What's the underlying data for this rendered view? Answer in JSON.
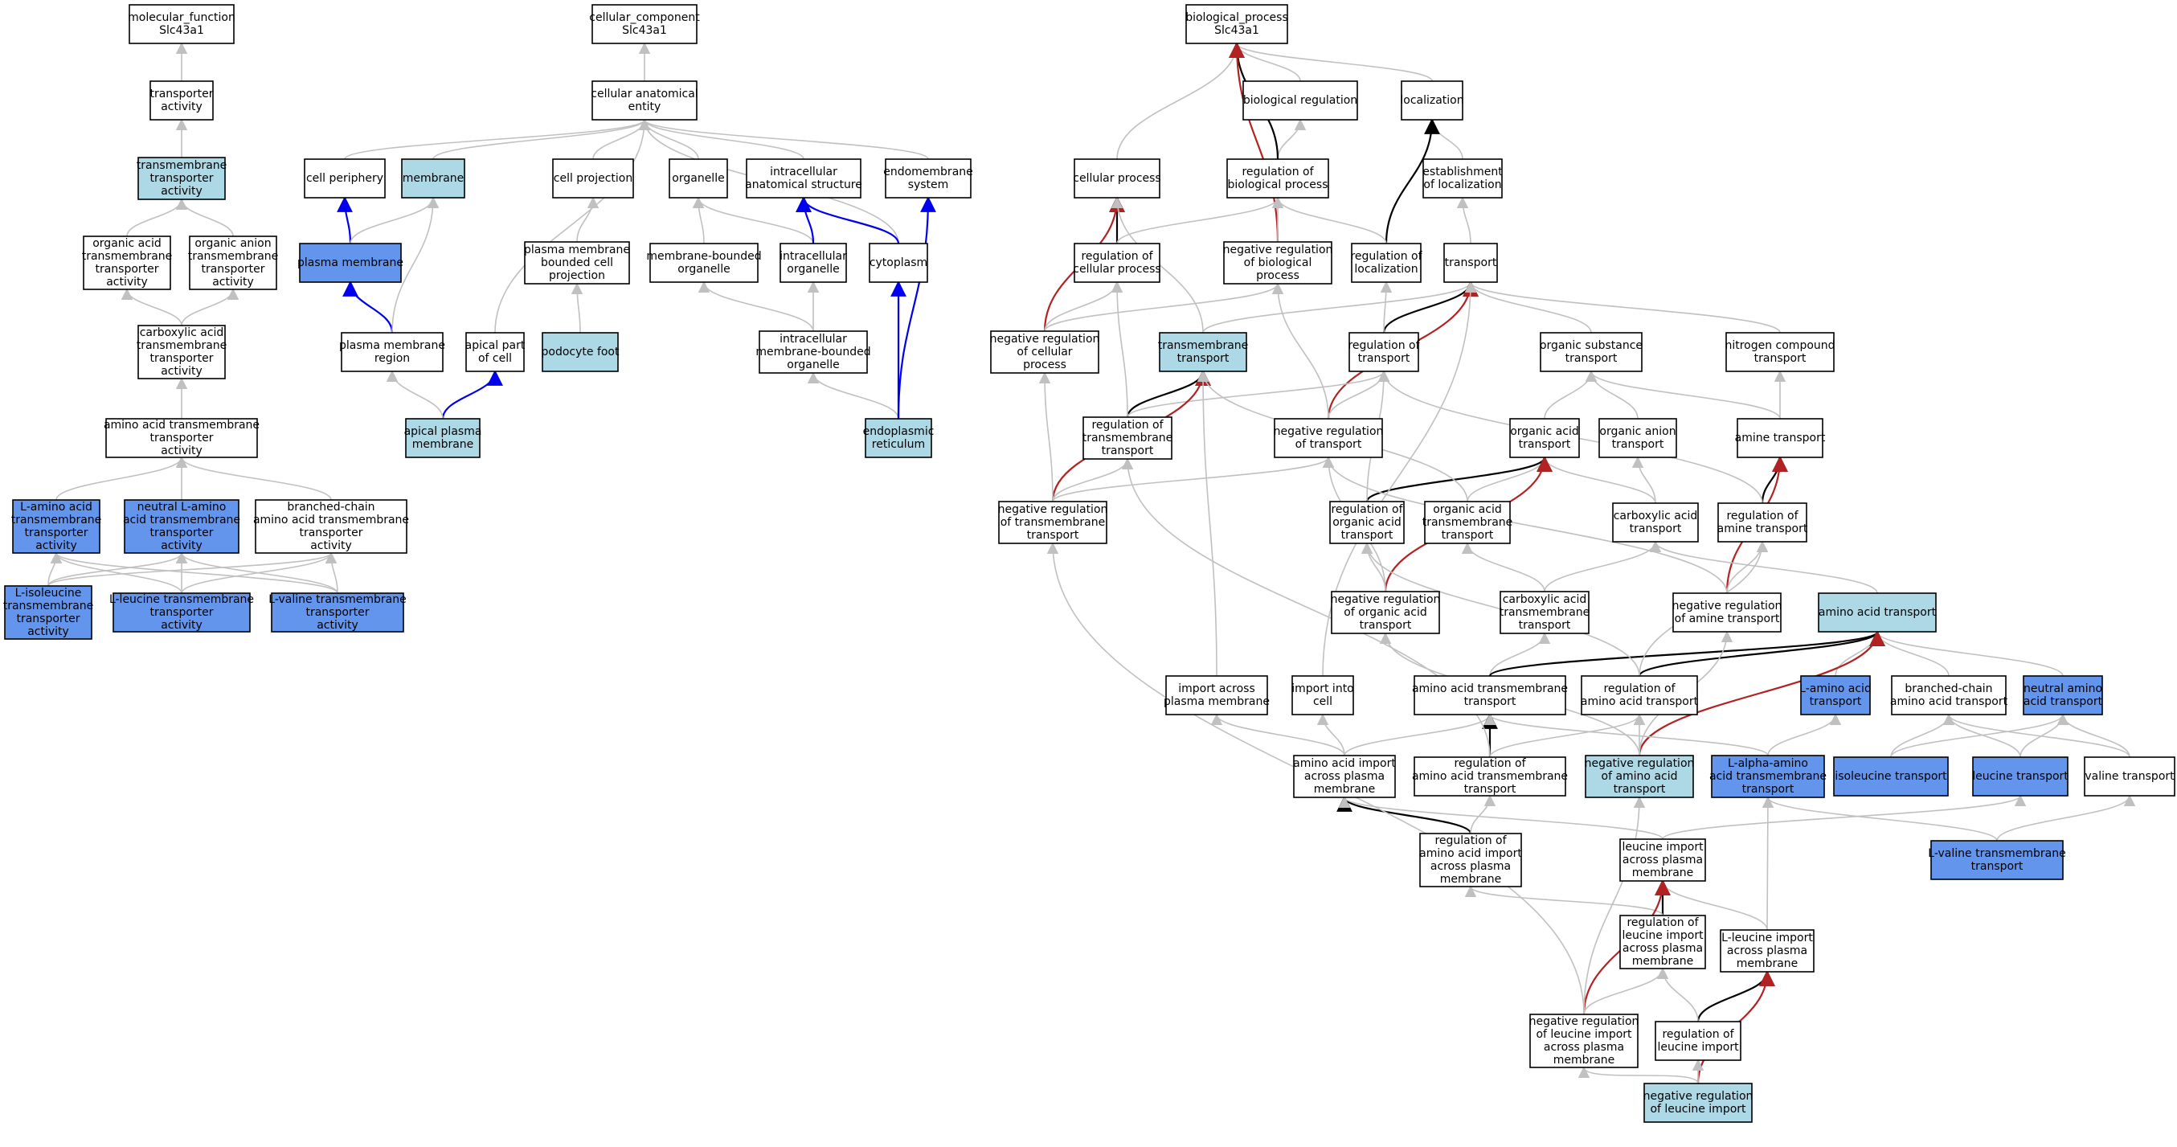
{
  "colors": {
    "plain": "#ffffff",
    "highlight": "#add8e6",
    "annotated": "#6495ed",
    "edge_is_a": "#c0c0c0",
    "edge_part_of": "#0000ee",
    "edge_regulates": "#000000",
    "edge_neg_regulates": "#b22222"
  },
  "nodes": [
    {
      "id": "mf",
      "label": [
        "molecular_function",
        "Slc43a1"
      ],
      "fill": "plain"
    },
    {
      "id": "ta",
      "label": [
        "transporter",
        "activity"
      ],
      "fill": "plain"
    },
    {
      "id": "tmta",
      "label": [
        "transmembrane",
        "transporter",
        "activity"
      ],
      "fill": "highlight"
    },
    {
      "id": "oatta",
      "label": [
        "organic acid",
        "transmembrane",
        "transporter",
        "activity"
      ],
      "fill": "plain"
    },
    {
      "id": "oanta",
      "label": [
        "organic anion",
        "transmembrane",
        "transporter",
        "activity"
      ],
      "fill": "plain"
    },
    {
      "id": "cata",
      "label": [
        "carboxylic acid",
        "transmembrane",
        "transporter",
        "activity"
      ],
      "fill": "plain"
    },
    {
      "id": "aata",
      "label": [
        "amino acid transmembrane",
        "transporter",
        "activity"
      ],
      "fill": "plain"
    },
    {
      "id": "laata",
      "label": [
        "L-amino acid",
        "transmembrane",
        "transporter",
        "activity"
      ],
      "fill": "annotated"
    },
    {
      "id": "nlaata",
      "label": [
        "neutral L-amino",
        "acid transmembrane",
        "transporter",
        "activity"
      ],
      "fill": "annotated"
    },
    {
      "id": "bcaata",
      "label": [
        "branched-chain",
        "amino acid transmembrane",
        "transporter",
        "activity"
      ],
      "fill": "plain"
    },
    {
      "id": "lileta",
      "label": [
        "L-isoleucine",
        "transmembrane",
        "transporter",
        "activity"
      ],
      "fill": "annotated"
    },
    {
      "id": "lleuta",
      "label": [
        "L-leucine transmembrane",
        "transporter",
        "activity"
      ],
      "fill": "annotated"
    },
    {
      "id": "lvalta",
      "label": [
        "L-valine transmembrane",
        "transporter",
        "activity"
      ],
      "fill": "annotated"
    },
    {
      "id": "cc",
      "label": [
        "cellular_component",
        "Slc43a1"
      ],
      "fill": "plain"
    },
    {
      "id": "cae",
      "label": [
        "cellular anatomical",
        "entity"
      ],
      "fill": "plain"
    },
    {
      "id": "cper",
      "label": [
        "cell periphery"
      ],
      "fill": "plain"
    },
    {
      "id": "mem",
      "label": [
        "membrane"
      ],
      "fill": "highlight"
    },
    {
      "id": "cproj",
      "label": [
        "cell projection"
      ],
      "fill": "plain"
    },
    {
      "id": "org",
      "label": [
        "organelle"
      ],
      "fill": "plain"
    },
    {
      "id": "ias",
      "label": [
        "intracellular",
        "anatomical structure"
      ],
      "fill": "plain"
    },
    {
      "id": "ems",
      "label": [
        "endomembrane",
        "system"
      ],
      "fill": "plain"
    },
    {
      "id": "pm",
      "label": [
        "plasma membrane"
      ],
      "fill": "annotated"
    },
    {
      "id": "pmbcp",
      "label": [
        "plasma membrane",
        "bounded cell",
        "projection"
      ],
      "fill": "plain"
    },
    {
      "id": "mbo",
      "label": [
        "membrane-bounded",
        "organelle"
      ],
      "fill": "plain"
    },
    {
      "id": "io",
      "label": [
        "intracellular",
        "organelle"
      ],
      "fill": "plain"
    },
    {
      "id": "cyto",
      "label": [
        "cytoplasm"
      ],
      "fill": "plain"
    },
    {
      "id": "pmr",
      "label": [
        "plasma membrane",
        "region"
      ],
      "fill": "plain"
    },
    {
      "id": "apc",
      "label": [
        "apical part",
        "of cell"
      ],
      "fill": "plain"
    },
    {
      "id": "pf",
      "label": [
        "podocyte foot"
      ],
      "fill": "highlight"
    },
    {
      "id": "imbo",
      "label": [
        "intracellular",
        "membrane-bounded",
        "organelle"
      ],
      "fill": "plain"
    },
    {
      "id": "apm",
      "label": [
        "apical plasma",
        "membrane"
      ],
      "fill": "highlight"
    },
    {
      "id": "er",
      "label": [
        "endoplasmic",
        "reticulum"
      ],
      "fill": "highlight"
    },
    {
      "id": "bp",
      "label": [
        "biological_process",
        "Slc43a1"
      ],
      "fill": "plain"
    },
    {
      "id": "breg",
      "label": [
        "biological regulation"
      ],
      "fill": "plain"
    },
    {
      "id": "loc",
      "label": [
        "localization"
      ],
      "fill": "plain"
    },
    {
      "id": "cp",
      "label": [
        "cellular process"
      ],
      "fill": "plain"
    },
    {
      "id": "rbp",
      "label": [
        "regulation of",
        "biological process"
      ],
      "fill": "plain"
    },
    {
      "id": "eloc",
      "label": [
        "establishment",
        "of localization"
      ],
      "fill": "plain"
    },
    {
      "id": "rcp",
      "label": [
        "regulation of",
        "cellular process"
      ],
      "fill": "plain"
    },
    {
      "id": "nrbp",
      "label": [
        "negative regulation",
        "of biological",
        "process"
      ],
      "fill": "plain"
    },
    {
      "id": "rloc",
      "label": [
        "regulation of",
        "localization"
      ],
      "fill": "plain"
    },
    {
      "id": "tr",
      "label": [
        "transport"
      ],
      "fill": "plain"
    },
    {
      "id": "nrcp",
      "label": [
        "negative regulation",
        "of cellular",
        "process"
      ],
      "fill": "plain"
    },
    {
      "id": "tmt",
      "label": [
        "transmembrane",
        "transport"
      ],
      "fill": "highlight"
    },
    {
      "id": "rtr",
      "label": [
        "regulation of",
        "transport"
      ],
      "fill": "plain"
    },
    {
      "id": "ost",
      "label": [
        "organic substance",
        "transport"
      ],
      "fill": "plain"
    },
    {
      "id": "nct",
      "label": [
        "nitrogen compound",
        "transport"
      ],
      "fill": "plain"
    },
    {
      "id": "rtmt",
      "label": [
        "regulation of",
        "transmembrane",
        "transport"
      ],
      "fill": "plain"
    },
    {
      "id": "nrtr",
      "label": [
        "negative regulation",
        "of transport"
      ],
      "fill": "plain"
    },
    {
      "id": "oat",
      "label": [
        "organic acid",
        "transport"
      ],
      "fill": "plain"
    },
    {
      "id": "oant",
      "label": [
        "organic anion",
        "transport"
      ],
      "fill": "plain"
    },
    {
      "id": "amt",
      "label": [
        "amine transport"
      ],
      "fill": "plain"
    },
    {
      "id": "nrtmt",
      "label": [
        "negative regulation",
        "of transmembrane",
        "transport"
      ],
      "fill": "plain"
    },
    {
      "id": "roat",
      "label": [
        "regulation of",
        "organic acid",
        "transport"
      ],
      "fill": "plain"
    },
    {
      "id": "oatmt",
      "label": [
        "organic acid",
        "transmembrane",
        "transport"
      ],
      "fill": "plain"
    },
    {
      "id": "cat",
      "label": [
        "carboxylic acid",
        "transport"
      ],
      "fill": "plain"
    },
    {
      "id": "ramt",
      "label": [
        "regulation of",
        "amine transport"
      ],
      "fill": "plain"
    },
    {
      "id": "nroat",
      "label": [
        "negative regulation",
        "of organic acid",
        "transport"
      ],
      "fill": "plain"
    },
    {
      "id": "catmt",
      "label": [
        "carboxylic acid",
        "transmembrane",
        "transport"
      ],
      "fill": "plain"
    },
    {
      "id": "nramt",
      "label": [
        "negative regulation",
        "of amine transport"
      ],
      "fill": "plain"
    },
    {
      "id": "aat",
      "label": [
        "amino acid transport"
      ],
      "fill": "highlight"
    },
    {
      "id": "iapm",
      "label": [
        "import across",
        "plasma membrane"
      ],
      "fill": "plain"
    },
    {
      "id": "iic",
      "label": [
        "import into",
        "cell"
      ],
      "fill": "plain"
    },
    {
      "id": "aatmt",
      "label": [
        "amino acid transmembrane",
        "transport"
      ],
      "fill": "plain"
    },
    {
      "id": "raat",
      "label": [
        "regulation of",
        "amino acid transport"
      ],
      "fill": "plain"
    },
    {
      "id": "laat",
      "label": [
        "L-amino acid",
        "transport"
      ],
      "fill": "annotated"
    },
    {
      "id": "bcaat",
      "label": [
        "branched-chain",
        "amino acid transport"
      ],
      "fill": "plain"
    },
    {
      "id": "naat",
      "label": [
        "neutral amino",
        "acid transport"
      ],
      "fill": "annotated"
    },
    {
      "id": "aaiapm",
      "label": [
        "amino acid import",
        "across plasma",
        "membrane"
      ],
      "fill": "plain"
    },
    {
      "id": "raatmt",
      "label": [
        "regulation of",
        "amino acid transmembrane",
        "transport"
      ],
      "fill": "plain"
    },
    {
      "id": "nraat",
      "label": [
        "negative regulation",
        "of amino acid",
        "transport"
      ],
      "fill": "highlight"
    },
    {
      "id": "laaatmt",
      "label": [
        "L-alpha-amino",
        "acid transmembrane",
        "transport"
      ],
      "fill": "annotated"
    },
    {
      "id": "ilet",
      "label": [
        "isoleucine transport"
      ],
      "fill": "annotated"
    },
    {
      "id": "leut",
      "label": [
        "leucine transport"
      ],
      "fill": "annotated"
    },
    {
      "id": "valt",
      "label": [
        "valine transport"
      ],
      "fill": "plain"
    },
    {
      "id": "raaiapm",
      "label": [
        "regulation of",
        "amino acid import",
        "across plasma",
        "membrane"
      ],
      "fill": "plain"
    },
    {
      "id": "liapm",
      "label": [
        "leucine import",
        "across plasma",
        "membrane"
      ],
      "fill": "plain"
    },
    {
      "id": "lvaltmt",
      "label": [
        "L-valine transmembrane",
        "transport"
      ],
      "fill": "annotated"
    },
    {
      "id": "rliapm",
      "label": [
        "regulation of",
        "leucine import",
        "across plasma",
        "membrane"
      ],
      "fill": "plain"
    },
    {
      "id": "lliapm",
      "label": [
        "L-leucine import",
        "across plasma",
        "membrane"
      ],
      "fill": "plain"
    },
    {
      "id": "nrliapm",
      "label": [
        "negative regulation",
        "of leucine import",
        "across plasma",
        "membrane"
      ],
      "fill": "plain"
    },
    {
      "id": "rli",
      "label": [
        "regulation of",
        "leucine import"
      ],
      "fill": "plain"
    },
    {
      "id": "nrli",
      "label": [
        "negative regulation",
        "of leucine import"
      ],
      "fill": "highlight"
    }
  ],
  "edges": [
    [
      "ta",
      "mf",
      "g"
    ],
    [
      "tmta",
      "ta",
      "g"
    ],
    [
      "oatta",
      "tmta",
      "g"
    ],
    [
      "oanta",
      "tmta",
      "g"
    ],
    [
      "cata",
      "oatta",
      "g"
    ],
    [
      "cata",
      "oanta",
      "g"
    ],
    [
      "aata",
      "cata",
      "g"
    ],
    [
      "laata",
      "aata",
      "g"
    ],
    [
      "nlaata",
      "aata",
      "g"
    ],
    [
      "bcaata",
      "aata",
      "g"
    ],
    [
      "lileta",
      "laata",
      "g"
    ],
    [
      "lileta",
      "nlaata",
      "g"
    ],
    [
      "lileta",
      "bcaata",
      "g"
    ],
    [
      "lleuta",
      "laata",
      "g"
    ],
    [
      "lleuta",
      "nlaata",
      "g"
    ],
    [
      "lleuta",
      "bcaata",
      "g"
    ],
    [
      "lvalta",
      "laata",
      "g"
    ],
    [
      "lvalta",
      "nlaata",
      "g"
    ],
    [
      "lvalta",
      "bcaata",
      "g"
    ],
    [
      "cae",
      "cc",
      "g"
    ],
    [
      "cper",
      "cae",
      "g"
    ],
    [
      "mem",
      "cae",
      "g"
    ],
    [
      "cproj",
      "cae",
      "g"
    ],
    [
      "org",
      "cae",
      "g"
    ],
    [
      "ias",
      "cae",
      "g"
    ],
    [
      "ems",
      "cae",
      "g"
    ],
    [
      "cyto",
      "cae",
      "g"
    ],
    [
      "apc",
      "cae",
      "g"
    ],
    [
      "pm",
      "cper",
      "b"
    ],
    [
      "pm",
      "mem",
      "g"
    ],
    [
      "pmr",
      "pm",
      "b"
    ],
    [
      "pmr",
      "mem",
      "g"
    ],
    [
      "apm",
      "apc",
      "b"
    ],
    [
      "apm",
      "pmr",
      "g"
    ],
    [
      "pmbcp",
      "cproj",
      "g"
    ],
    [
      "pf",
      "pmbcp",
      "g"
    ],
    [
      "mbo",
      "org",
      "g"
    ],
    [
      "io",
      "org",
      "g"
    ],
    [
      "io",
      "ias",
      "b"
    ],
    [
      "cyto",
      "ias",
      "b"
    ],
    [
      "imbo",
      "mbo",
      "g"
    ],
    [
      "imbo",
      "io",
      "g"
    ],
    [
      "er",
      "imbo",
      "g"
    ],
    [
      "er",
      "cyto",
      "b"
    ],
    [
      "er",
      "ems",
      "b"
    ],
    [
      "breg",
      "bp",
      "g"
    ],
    [
      "loc",
      "bp",
      "g"
    ],
    [
      "cp",
      "bp",
      "g"
    ],
    [
      "rbp",
      "breg",
      "g"
    ],
    [
      "rbp",
      "bp",
      "k"
    ],
    [
      "nrbp",
      "bp",
      "r"
    ],
    [
      "eloc",
      "loc",
      "g"
    ],
    [
      "rloc",
      "loc",
      "k"
    ],
    [
      "rloc",
      "rbp",
      "g"
    ],
    [
      "rcp",
      "cp",
      "k"
    ],
    [
      "rcp",
      "rbp",
      "g"
    ],
    [
      "nrbp",
      "rbp",
      "g"
    ],
    [
      "nrcp",
      "cp",
      "r"
    ],
    [
      "nrcp",
      "rcp",
      "g"
    ],
    [
      "nrcp",
      "nrbp",
      "g"
    ],
    [
      "tr",
      "eloc",
      "g"
    ],
    [
      "tmt",
      "cp",
      "g"
    ],
    [
      "tmt",
      "tr",
      "g"
    ],
    [
      "rtr",
      "tr",
      "k"
    ],
    [
      "rtr",
      "rloc",
      "g"
    ],
    [
      "nrtr",
      "tr",
      "r"
    ],
    [
      "nrtr",
      "rtr",
      "g"
    ],
    [
      "nrtr",
      "nrbp",
      "g"
    ],
    [
      "ost",
      "tr",
      "g"
    ],
    [
      "nct",
      "tr",
      "g"
    ],
    [
      "rtmt",
      "tmt",
      "k"
    ],
    [
      "rtmt",
      "rcp",
      "g"
    ],
    [
      "rtmt",
      "rtr",
      "g"
    ],
    [
      "nrtmt",
      "tmt",
      "r"
    ],
    [
      "nrtmt",
      "rtmt",
      "g"
    ],
    [
      "nrtmt",
      "nrtr",
      "g"
    ],
    [
      "nrtmt",
      "nrcp",
      "g"
    ],
    [
      "oat",
      "ost",
      "g"
    ],
    [
      "oant",
      "ost",
      "g"
    ],
    [
      "amt",
      "ost",
      "g"
    ],
    [
      "amt",
      "nct",
      "g"
    ],
    [
      "roat",
      "oat",
      "k"
    ],
    [
      "roat",
      "rtr",
      "g"
    ],
    [
      "oatmt",
      "oat",
      "g"
    ],
    [
      "oatmt",
      "tmt",
      "g"
    ],
    [
      "cat",
      "oat",
      "g"
    ],
    [
      "cat",
      "oant",
      "g"
    ],
    [
      "ramt",
      "amt",
      "k"
    ],
    [
      "ramt",
      "rtr",
      "g"
    ],
    [
      "nroat",
      "oat",
      "r"
    ],
    [
      "nroat",
      "roat",
      "g"
    ],
    [
      "nroat",
      "nrtr",
      "g"
    ],
    [
      "catmt",
      "oatmt",
      "g"
    ],
    [
      "catmt",
      "cat",
      "g"
    ],
    [
      "nramt",
      "amt",
      "r"
    ],
    [
      "nramt",
      "ramt",
      "g"
    ],
    [
      "nramt",
      "nrtr",
      "g"
    ],
    [
      "aat",
      "cat",
      "g"
    ],
    [
      "iapm",
      "tmt",
      "g"
    ],
    [
      "iic",
      "tr",
      "g"
    ],
    [
      "aatmt",
      "catmt",
      "g"
    ],
    [
      "aatmt",
      "aat",
      "k"
    ],
    [
      "raat",
      "aat",
      "k"
    ],
    [
      "raat",
      "roat",
      "g"
    ],
    [
      "raat",
      "ramt",
      "g"
    ],
    [
      "laat",
      "aat",
      "g"
    ],
    [
      "bcaat",
      "aat",
      "g"
    ],
    [
      "naat",
      "aat",
      "g"
    ],
    [
      "aaiapm",
      "iapm",
      "g"
    ],
    [
      "aaiapm",
      "iic",
      "g"
    ],
    [
      "aaiapm",
      "aatmt",
      "g"
    ],
    [
      "raatmt",
      "aatmt",
      "k"
    ],
    [
      "raatmt",
      "raat",
      "g"
    ],
    [
      "raatmt",
      "rtmt",
      "g"
    ],
    [
      "nraat",
      "aat",
      "r"
    ],
    [
      "nraat",
      "raat",
      "g"
    ],
    [
      "nraat",
      "nroat",
      "g"
    ],
    [
      "nraat",
      "nramt",
      "g"
    ],
    [
      "laaatmt",
      "aatmt",
      "g"
    ],
    [
      "laaatmt",
      "laat",
      "g"
    ],
    [
      "ilet",
      "bcaat",
      "g"
    ],
    [
      "ilet",
      "naat",
      "g"
    ],
    [
      "leut",
      "bcaat",
      "g"
    ],
    [
      "leut",
      "naat",
      "g"
    ],
    [
      "valt",
      "bcaat",
      "g"
    ],
    [
      "valt",
      "naat",
      "g"
    ],
    [
      "raaiapm",
      "aaiapm",
      "k"
    ],
    [
      "raaiapm",
      "raatmt",
      "g"
    ],
    [
      "liapm",
      "aaiapm",
      "g"
    ],
    [
      "liapm",
      "leut",
      "g"
    ],
    [
      "lvaltmt",
      "laaatmt",
      "g"
    ],
    [
      "lvaltmt",
      "valt",
      "g"
    ],
    [
      "rliapm",
      "liapm",
      "k"
    ],
    [
      "rliapm",
      "raaiapm",
      "g"
    ],
    [
      "lliapm",
      "liapm",
      "g"
    ],
    [
      "lliapm",
      "laaatmt",
      "g"
    ],
    [
      "nrliapm",
      "liapm",
      "r"
    ],
    [
      "nrliapm",
      "rliapm",
      "g"
    ],
    [
      "nrliapm",
      "nraat",
      "g"
    ],
    [
      "nrliapm",
      "nrtmt",
      "g"
    ],
    [
      "rli",
      "lliapm",
      "k"
    ],
    [
      "rli",
      "rliapm",
      "g"
    ],
    [
      "nrli",
      "lliapm",
      "r"
    ],
    [
      "nrli",
      "rli",
      "g"
    ],
    [
      "nrli",
      "nrliapm",
      "g"
    ]
  ]
}
